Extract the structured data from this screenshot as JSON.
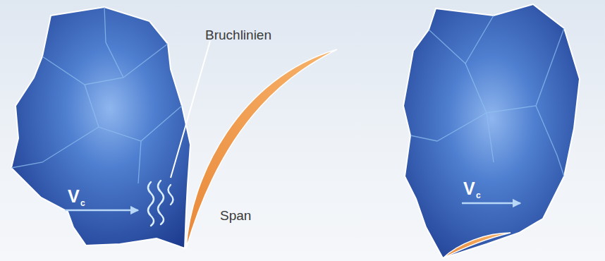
{
  "diagram": {
    "labels": [
      "V",
      "c",
      "Bruchlinien",
      "Span",
      "V",
      "c"
    ]
  }
}
